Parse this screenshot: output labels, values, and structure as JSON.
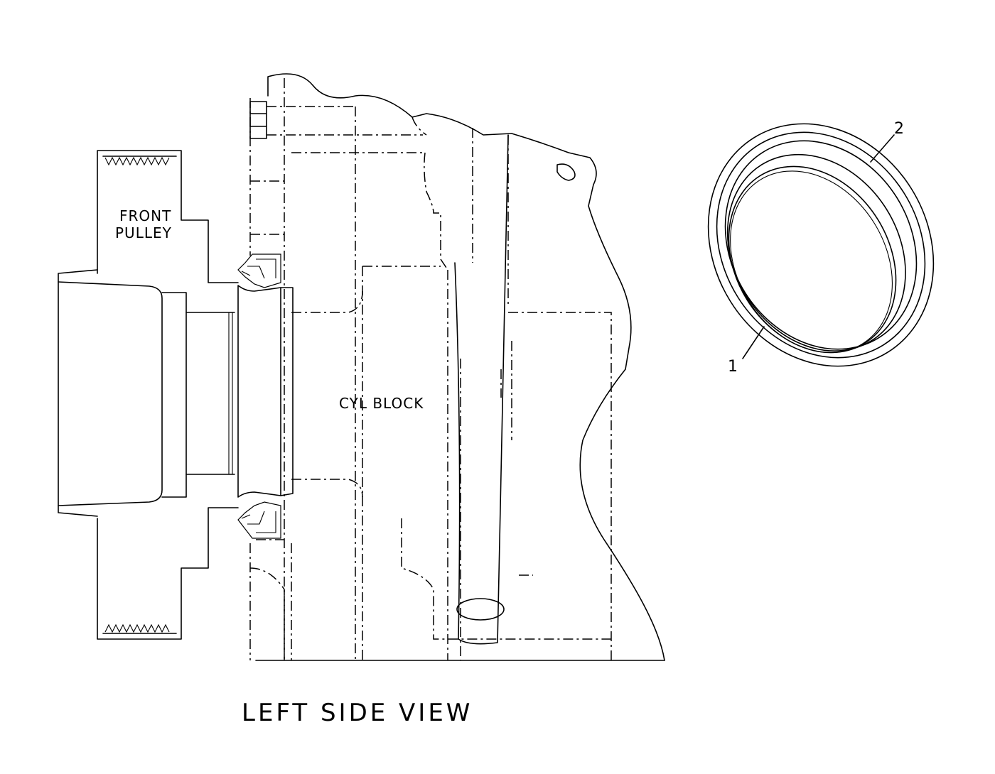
{
  "labels": {
    "front_pulley_line1": "FRONT",
    "front_pulley_line2": "PULLEY",
    "cyl_block": "CYL BLOCK",
    "view_title": "LEFT SIDE VIEW"
  },
  "callouts": [
    {
      "number": "1"
    },
    {
      "number": "2"
    }
  ]
}
